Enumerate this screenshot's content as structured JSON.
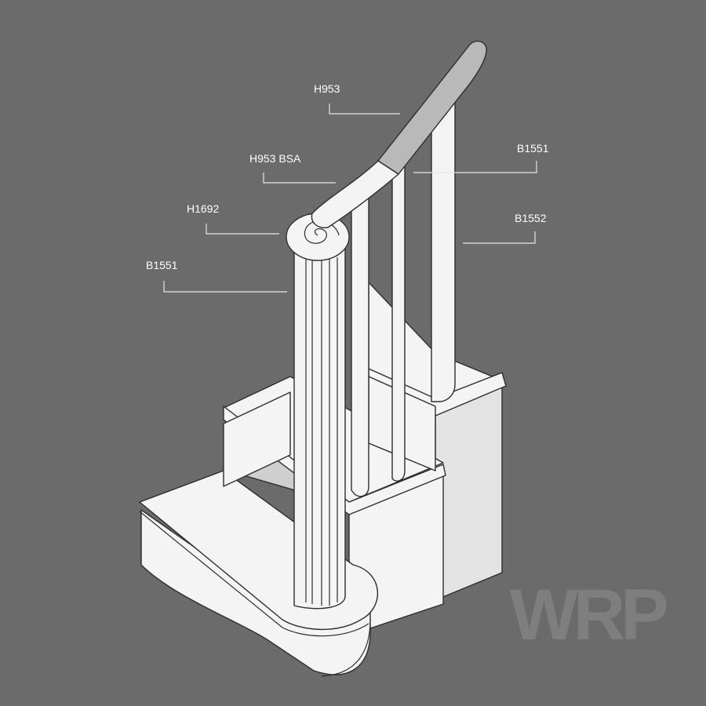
{
  "diagram": {
    "labels": {
      "h953": "H953",
      "h953_bsa": "H953 BSA",
      "b1551_right": "B1551",
      "b1552": "B1552",
      "h1692": "H1692",
      "b1551_left": "B1551"
    },
    "watermark": "WRP"
  },
  "colors": {
    "background": "#6b6b6b",
    "staircase": "#f4f4f4",
    "handrail": "#b9b9b9",
    "leader_lines": "#e6e6e6",
    "label_text": "#ffffff"
  }
}
